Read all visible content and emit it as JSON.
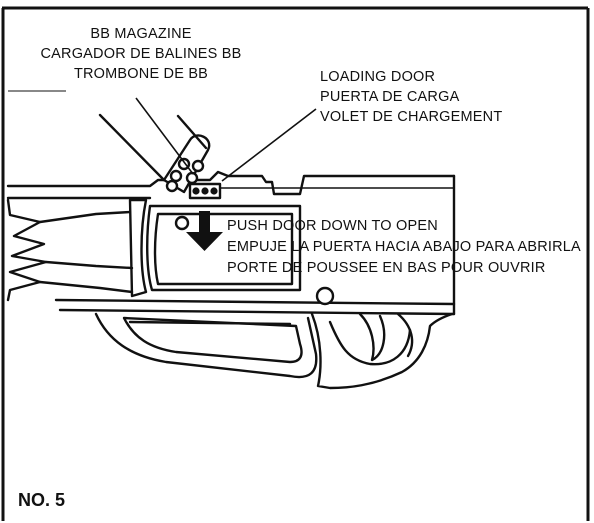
{
  "labels": {
    "magazine": [
      "BB MAGAZINE",
      "CARGADOR DE BALINES BB",
      "TROMBONE DE BB"
    ],
    "loading_door": [
      "LOADING DOOR",
      "PUERTA DE CARGA",
      "VOLET DE CHARGEMENT"
    ],
    "push_door": [
      "PUSH DOOR DOWN TO OPEN",
      "EMPUJE LA PUERTA HACIA ABAJO PARA ABRIRLA",
      "PORTE DE POUSSEE EN BAS POUR OUVRIR"
    ]
  },
  "figure_number": "NO. 5",
  "colors": {
    "ink": "#111111",
    "paper": "#ffffff"
  }
}
